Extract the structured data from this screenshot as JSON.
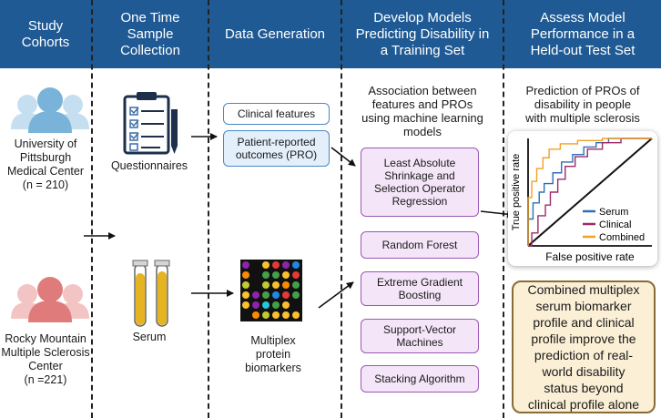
{
  "headers": [
    {
      "lines": [
        "Study",
        "Cohorts"
      ]
    },
    {
      "lines": [
        "One Time",
        "Sample",
        "Collection"
      ]
    },
    {
      "lines": [
        "Data Generation"
      ]
    },
    {
      "lines": [
        "Develop Models",
        "Predicting Disability in",
        "a Training Set"
      ]
    },
    {
      "lines": [
        "Assess Model",
        "Performance in a",
        "Held-out Test Set"
      ]
    }
  ],
  "cohorts": [
    {
      "lines": [
        "University of",
        "Pittsburgh",
        "Medical Center",
        "(n = 210)"
      ],
      "icon": "people-group-icon",
      "color": "#7ab3d9"
    },
    {
      "lines": [
        "Rocky Mountain",
        "Multiple Sclerosis",
        "Center",
        "(n =221)"
      ],
      "icon": "people-group-icon",
      "color": "#e07b7b"
    }
  ],
  "samples": {
    "questionnaires": "Questionnaires",
    "serum": "Serum"
  },
  "data_generation": {
    "clinical": "Clinical features",
    "pro": [
      "Patient-reported",
      "outcomes (PRO)"
    ],
    "biomarkers": [
      "Multiplex",
      "protein",
      "biomarkers"
    ]
  },
  "models": {
    "intro": [
      "Association between",
      "features and PROs",
      "using machine learning",
      "models"
    ],
    "items": [
      {
        "lines": [
          "Least Absolute",
          "Shrinkage and",
          "Selection Operator",
          "Regression"
        ]
      },
      {
        "lines": [
          "Random Forest"
        ]
      },
      {
        "lines": [
          "Extreme Gradient",
          "Boosting"
        ]
      },
      {
        "lines": [
          "Support-Vector",
          "Machines"
        ]
      },
      {
        "lines": [
          "Stacking Algorithm"
        ]
      }
    ]
  },
  "assess": {
    "intro": [
      "Prediction of PROs of",
      "disability in people",
      "with multiple sclerosis"
    ],
    "conclusion": [
      "Combined multiplex",
      "serum biomarker",
      "profile and clinical",
      "profile improve the",
      "prediction of real-",
      "world disability",
      "status beyond",
      "clinical profile alone"
    ]
  },
  "chart_data": {
    "type": "line",
    "xlabel": "False positive rate",
    "ylabel": "True positive rate",
    "xlim": [
      0,
      1
    ],
    "ylim": [
      0,
      1
    ],
    "series": [
      {
        "name": "Serum",
        "color": "#2f6fb8",
        "x": [
          0,
          0,
          0.04,
          0.04,
          0.09,
          0.09,
          0.13,
          0.13,
          0.2,
          0.2,
          0.27,
          0.27,
          0.36,
          0.36,
          0.45,
          0.45,
          0.55,
          0.55,
          0.65,
          0.65,
          1
        ],
        "y": [
          0,
          0.25,
          0.25,
          0.4,
          0.4,
          0.5,
          0.5,
          0.58,
          0.58,
          0.68,
          0.68,
          0.78,
          0.78,
          0.85,
          0.85,
          0.92,
          0.92,
          0.96,
          0.96,
          1,
          1
        ]
      },
      {
        "name": "Clinical",
        "color": "#9c2a6a",
        "x": [
          0,
          0.03,
          0.03,
          0.08,
          0.08,
          0.14,
          0.14,
          0.18,
          0.18,
          0.24,
          0.24,
          0.3,
          0.3,
          0.38,
          0.38,
          0.48,
          0.48,
          0.6,
          0.6,
          0.75,
          0.75,
          1
        ],
        "y": [
          0,
          0,
          0.12,
          0.12,
          0.28,
          0.28,
          0.38,
          0.38,
          0.5,
          0.5,
          0.62,
          0.62,
          0.74,
          0.74,
          0.83,
          0.83,
          0.9,
          0.9,
          0.96,
          0.96,
          1,
          1
        ]
      },
      {
        "name": "Combined",
        "color": "#f2a124",
        "x": [
          0,
          0,
          0.03,
          0.03,
          0.07,
          0.07,
          0.12,
          0.12,
          0.17,
          0.17,
          0.26,
          0.26,
          0.4,
          0.4,
          0.6,
          0.6,
          1
        ],
        "y": [
          0,
          0.45,
          0.45,
          0.6,
          0.6,
          0.72,
          0.72,
          0.82,
          0.82,
          0.9,
          0.9,
          0.95,
          0.95,
          0.98,
          0.98,
          1,
          1
        ]
      }
    ],
    "reference_line": true,
    "legend_position": "bottom-right"
  }
}
